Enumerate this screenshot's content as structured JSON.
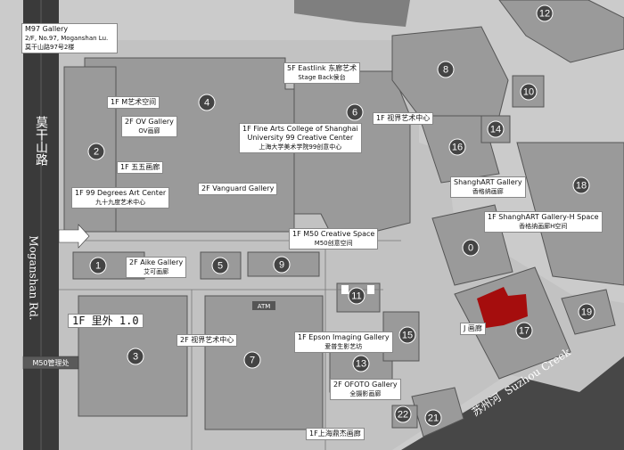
{
  "map": {
    "road_vertical_cn": "莫干山路",
    "road_vertical_en": "Moganshan Rd.",
    "river_cn": "苏州河",
    "river_en": "Suzhou Creek",
    "atm": "ATM",
    "m50_office": "M50管理处",
    "colors": {
      "background": "#cfcfcf",
      "road": "#3a3a3a",
      "river": "#4a4a4a",
      "building": "#8a8a8a",
      "highlight": "#a50d0d"
    }
  },
  "buildings": [
    "1",
    "2",
    "3",
    "4",
    "5",
    "6",
    "7",
    "8",
    "9",
    "10",
    "11",
    "12",
    "13",
    "14",
    "15",
    "16",
    "17",
    "18",
    "19",
    "0",
    "21",
    "22"
  ],
  "labels": [
    {
      "id": "m97",
      "line1": "M97 Gallery",
      "line2": "2/F, No.97, Moganshan Lu.",
      "line3": "莫干山路97号2楼"
    },
    {
      "id": "eastlink",
      "line1": "5F Eastlink 东廊艺术",
      "line2": "Stage Back侯台"
    },
    {
      "id": "fineart",
      "line1": "1F Fine Arts College of Shanghai",
      "line2": "University 99 Creative Center",
      "line3": "上海大学美术学院99创意中心"
    },
    {
      "id": "m-art",
      "line1": "1F M艺术空间"
    },
    {
      "id": "ov",
      "line1": "2F OV Gallery",
      "line2": "OV画廊"
    },
    {
      "id": "wuwu",
      "line1": "1F 五五画廊"
    },
    {
      "id": "99deg",
      "line1": "1F 99 Degrees Art Center",
      "line2": "九十九度艺术中心"
    },
    {
      "id": "vanguard",
      "line1": "2F Vanguard Gallery"
    },
    {
      "id": "shijie1",
      "line1": "1F 视界艺术中心"
    },
    {
      "id": "shanghart",
      "line1": "ShanghART Gallery",
      "line2": "香格纳画廊"
    },
    {
      "id": "shanghart-h",
      "line1": "1F ShanghART Gallery-H Space",
      "line2": "香格纳画廊H空间"
    },
    {
      "id": "m50cs",
      "line1": "1F M50 Creative Space",
      "line2": "M50创意空间"
    },
    {
      "id": "aike",
      "line1": "2F Aike Gallery",
      "line2": "艾可画廊"
    },
    {
      "id": "liwai",
      "line1": "1F 里外 1.0"
    },
    {
      "id": "shijie2",
      "line1": "2F 视界艺术中心"
    },
    {
      "id": "epson",
      "line1": "1F Epson Imaging Gallery",
      "line2": "爱普生影艺坊"
    },
    {
      "id": "ofoto",
      "line1": "2F OFOTO Gallery",
      "line2": "全摄影画廊"
    },
    {
      "id": "dingjie",
      "line1": "1F上海鼎杰画廊"
    },
    {
      "id": "j",
      "line1": "J 画廊"
    }
  ]
}
